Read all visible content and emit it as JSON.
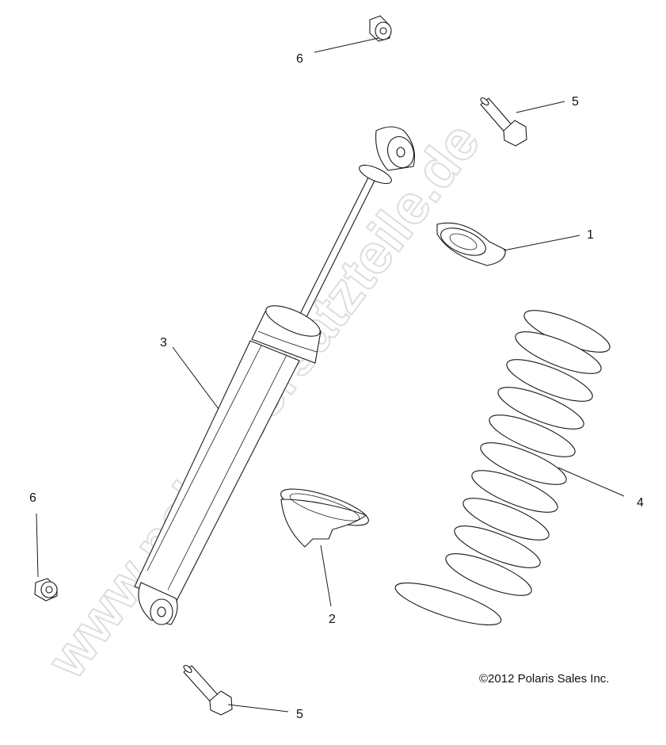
{
  "callouts": {
    "c1": "1",
    "c2": "2",
    "c3": "3",
    "c4": "4",
    "c5_top": "5",
    "c5_bottom": "5",
    "c6_top": "6",
    "c6_left": "6"
  },
  "watermark": "www.polarisersatzteile.de",
  "copyright": "©2012 Polaris Sales Inc."
}
